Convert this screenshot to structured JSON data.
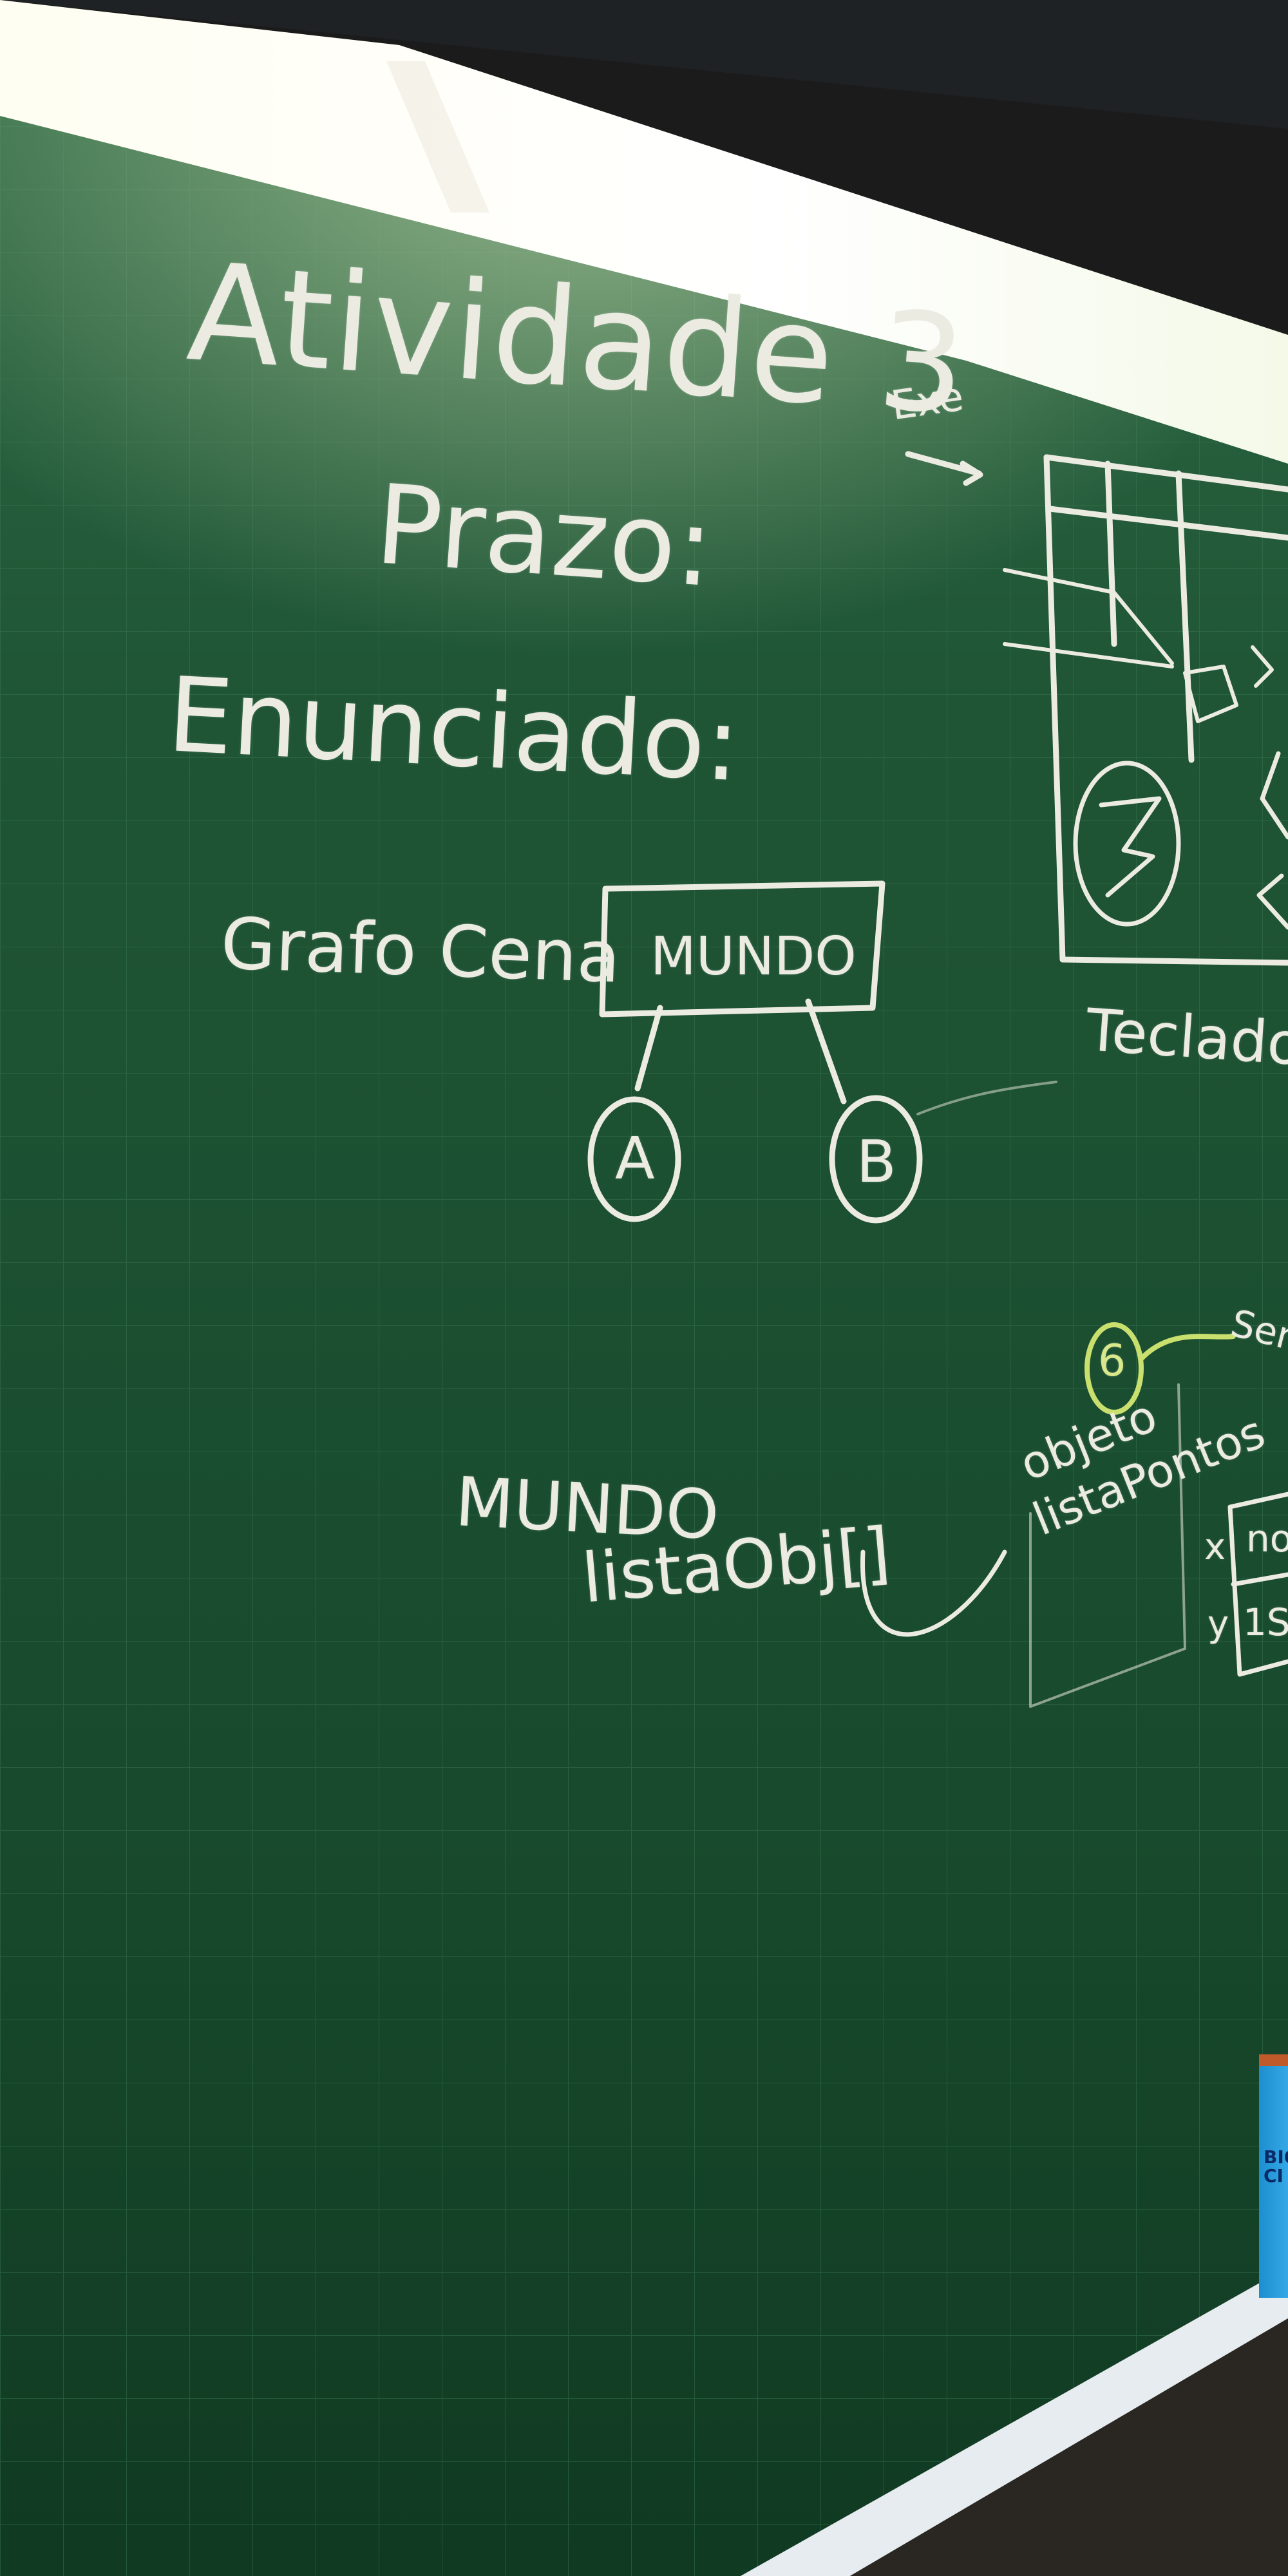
{
  "board": {
    "title": "Atividade 3",
    "prazo": "Prazo:",
    "enunciado": "Enunciado:",
    "grafo_label": "Grafo Cena",
    "mundo_box": "MUNDO",
    "node_a": "A",
    "node_b": "B",
    "exe_label": "Exe",
    "teclado_label": "Teclado",
    "mundo2": "MUNDO",
    "lista_label": "listaObj[]",
    "objeto_label": "objeto",
    "listapontos_label": "listaPontos",
    "six": "6",
    "sem_label": "Sem",
    "x_label": "x",
    "y_label": "y",
    "no_label": "no",
    "ns_label": "1S"
  },
  "book_spine": "BIO CI"
}
